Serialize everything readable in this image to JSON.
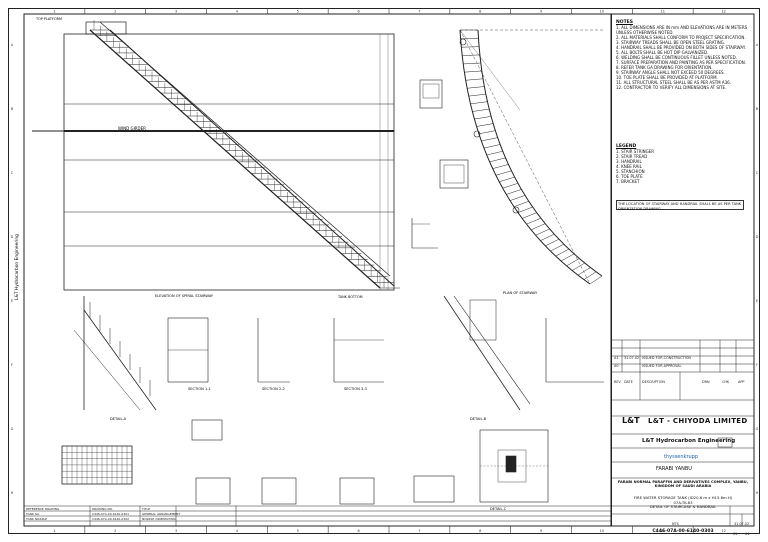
{
  "notes": {
    "heading": "NOTES",
    "lines": [
      "1. ALL DIMENSIONS ARE IN mm AND ELEVATIONS ARE IN METERS UNLESS OTHERWISE NOTED.",
      "2. ALL MATERIALS SHALL CONFORM TO PROJECT SPECIFICATION.",
      "3. STAIRWAY TREADS SHALL BE OPEN STEEL GRATING.",
      "4. HANDRAIL SHALL BE PROVIDED ON BOTH SIDES OF STAIRWAY.",
      "5. ALL BOLTS SHALL BE HOT DIP GALVANIZED.",
      "6. WELDING SHALL BE CONTINUOUS FILLET UNLESS NOTED.",
      "7. SURFACE PREPARATION AND PAINTING AS PER SPECIFICATION.",
      "8. REFER TANK GA DRAWING FOR ORIENTATION.",
      "9. STAIRWAY ANGLE SHALL NOT EXCEED 50 DEGREES.",
      "10. TOE PLATE SHALL BE PROVIDED AT PLATFORM.",
      "11. ALL STRUCTURAL STEEL SHALL BE AS PER ASTM A36.",
      "12. CONTRACTOR TO VERIFY ALL DIMENSIONS AT SITE."
    ]
  },
  "legend": {
    "heading": "LEGEND",
    "lines": [
      "1. STAIR STRINGER",
      "2. STAIR TREAD",
      "3. HANDRAIL",
      "4. KNEE RAIL",
      "5. STANCHION",
      "6. TOE PLATE",
      "7. BRACKET"
    ]
  },
  "hold_box": "THE LOCATION OF STAIRWAY AND HANDRAIL SHALL BE AS PER TANK ORIENTATION DRAWING.",
  "views": {
    "elevation_title": "ELEVATION OF SPIRAL STAIRWAY",
    "plan_title": "PLAN OF STAIRWAY",
    "detail_a": "DETAIL-A",
    "detail_b": "DETAIL-B",
    "detail_c": "DETAIL-C",
    "section_1": "SECTION 1-1",
    "section_2": "SECTION 2-2",
    "section_3": "SECTION 3-3",
    "top_platform": "TOP PLATFORM",
    "wind_girder": "WIND GIRDER",
    "tank_bottom": "TANK BOTTOM"
  },
  "title_block": {
    "company_logo": "L&T",
    "company_brand": "L&T - CHIYODA LIMITED",
    "company_name": "L&T Hydrocarbon Engineering",
    "licensor": "thyssenkrupp",
    "client": "FARABI YANBU",
    "project": "FARABI NORMAL PARAFFIN AND DERIVATIVES COMPLEX, YANBU, KINGDOM OF SAUDI ARABIA",
    "title_line1": "FIRE WATER STORAGE TANK (ID20.6 m x H15.6m H)",
    "title_line2": "07A-TK-83",
    "title_line3": "DETAIL OF STAIRCASE & HANDRAIL",
    "drawing_no": "C446-07A-00-6140-0303",
    "rev": "A1",
    "sheet": "01",
    "date": "31.07.02",
    "scale": "NTS"
  },
  "revision_table": {
    "headers": [
      "REV",
      "DATE",
      "DESCRIPTION",
      "DRN",
      "CHK",
      "APP"
    ],
    "rows": [
      [
        "A1",
        "31.07.02",
        "ISSUED FOR CONSTRUCTION",
        "",
        "",
        ""
      ],
      [
        "A0",
        "",
        "ISSUED FOR APPROVAL",
        "",
        "",
        ""
      ]
    ]
  },
  "bottom_table": {
    "headers": [
      "REFERENCE DRAWING",
      "DRAWING NO.",
      "TITLE"
    ],
    "rows": [
      [
        "TANK GA",
        "C446-07A-00-6140-0301",
        "GENERAL ARRANGEMENT"
      ],
      [
        "TANK NOZZLE",
        "C446-07A-00-6140-0302",
        "NOZZLE ORIENTATION"
      ]
    ]
  },
  "side_text": "L&T Hydrocarbon Engineering",
  "grid_cols": [
    "1",
    "2",
    "3",
    "4",
    "5",
    "6",
    "7",
    "8",
    "9",
    "10",
    "11",
    "12"
  ],
  "grid_rows": [
    "A",
    "B",
    "C",
    "D",
    "E",
    "F",
    "G",
    "H"
  ]
}
